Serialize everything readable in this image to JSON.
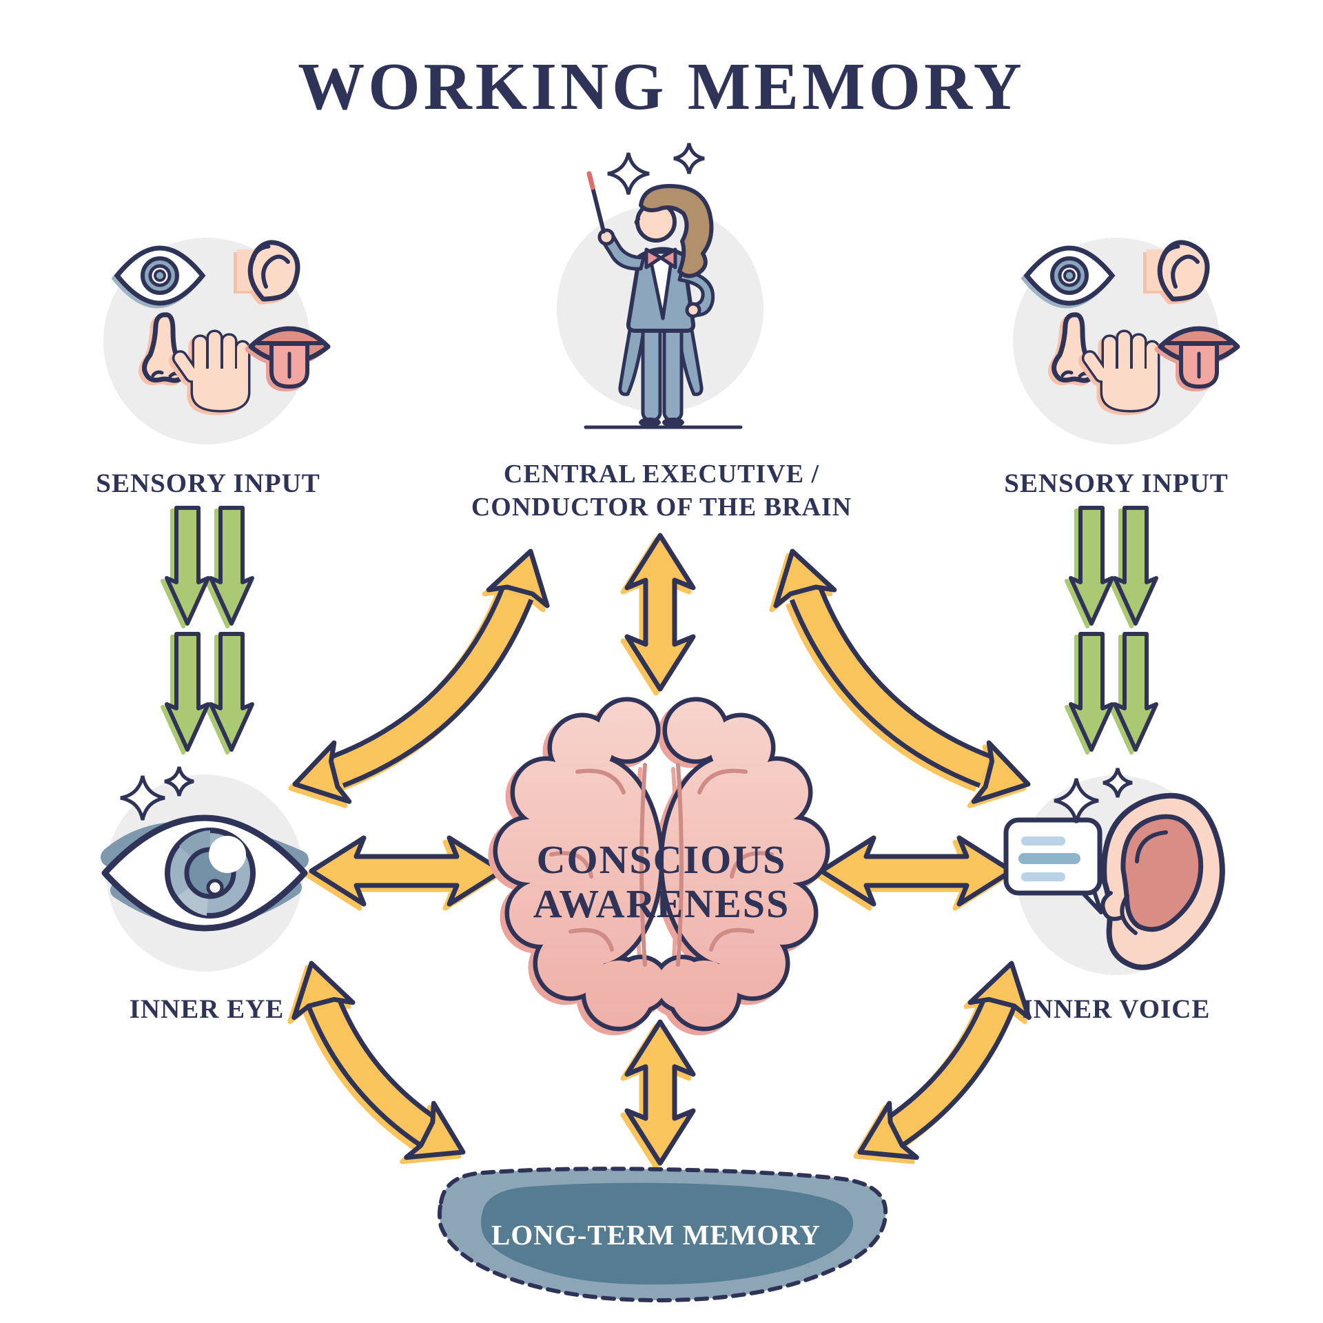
{
  "title": "WORKING MEMORY",
  "labels": {
    "sensory_left": "SENSORY INPUT",
    "sensory_right": "SENSORY INPUT",
    "central_line1": "CENTRAL EXECUTIVE /",
    "central_line2": "CONDUCTOR OF THE BRAIN",
    "conscious_line1": "CONSCIOUS",
    "conscious_line2": "AWARENESS",
    "inner_eye": "INNER EYE",
    "inner_voice": "INNER VOICE",
    "long_term_memory": "LONG-TERM MEMORY"
  },
  "icons": {
    "sensory_set": [
      "eye-icon",
      "ear-icon",
      "nose-icon",
      "hand-icon",
      "tongue-icon"
    ],
    "central_executive": "conductor-figure-icon",
    "conscious_awareness": "brain-icon",
    "inner_eye": "big-eye-icon",
    "inner_voice": "big-ear-with-speech-bubble-icon",
    "long_term_memory": "dashed-bean-shape"
  },
  "colors": {
    "navy_outline": "#2e3357",
    "arrow_yellow": "#f9c45c",
    "arrow_green": "#abc873",
    "skin": "#fbdbc8",
    "iris_blue": "#8ba7bb",
    "lips_pink": "#dd9086",
    "tongue_pink": "#f2a8a0",
    "brain_pink_light": "#f7d4cc",
    "brain_pink_dark": "#eeafa7",
    "ear_inner_red": "#d98d85",
    "circle_gray": "#ededed",
    "bean_outer_blue": "#8ca6b8",
    "bean_inner_blue": "#567c92",
    "bubble_line_light": "#b9d2e6",
    "bubble_line_dark": "#8fb3cb",
    "baton_red": "#e06c6c",
    "hair_brown": "#b3906c",
    "jacket_blue": "#8ba6bd",
    "bowtie_pink": "#e8959b"
  },
  "connections": [
    {
      "from": "sensory-input-left",
      "to": "inner-eye",
      "type": "green-double-down-arrows"
    },
    {
      "from": "sensory-input-right",
      "to": "inner-voice",
      "type": "green-double-down-arrows"
    },
    {
      "from": "central-executive",
      "to": "conscious-awareness",
      "type": "yellow-bidirectional"
    },
    {
      "from": "central-executive",
      "to": "inner-eye",
      "type": "yellow-bidirectional-curved"
    },
    {
      "from": "central-executive",
      "to": "inner-voice",
      "type": "yellow-bidirectional-curved"
    },
    {
      "from": "inner-eye",
      "to": "conscious-awareness",
      "type": "yellow-bidirectional"
    },
    {
      "from": "inner-voice",
      "to": "conscious-awareness",
      "type": "yellow-bidirectional"
    },
    {
      "from": "inner-eye",
      "to": "long-term-memory",
      "type": "yellow-bidirectional-curved"
    },
    {
      "from": "inner-voice",
      "to": "long-term-memory",
      "type": "yellow-bidirectional-curved"
    },
    {
      "from": "conscious-awareness",
      "to": "long-term-memory",
      "type": "yellow-bidirectional"
    }
  ]
}
